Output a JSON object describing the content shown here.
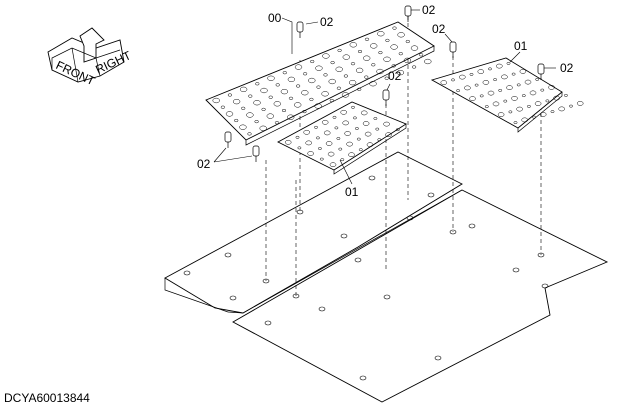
{
  "callouts": {
    "c00": "00",
    "c01_right": "01",
    "c01_center": "01",
    "c02_top": "02",
    "c02_topright": "02",
    "c02_midright": "02",
    "c02_center": "02",
    "c02_farright": "02",
    "c02_left": "02"
  },
  "orientation_indicator": {
    "front_label": "FRONT",
    "right_label": "RIGHT"
  },
  "document_id": "DCYA60013844"
}
